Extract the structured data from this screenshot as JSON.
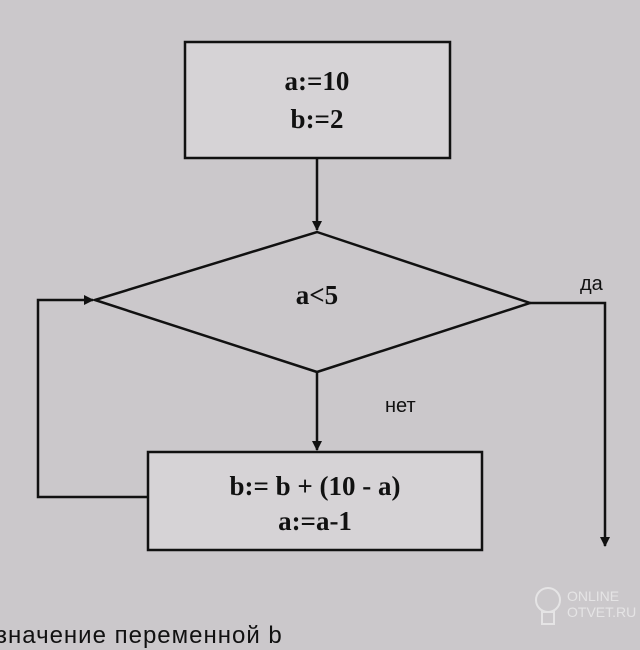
{
  "flowchart": {
    "init_block": {
      "line1": "a:=10",
      "line2": "b:=2"
    },
    "condition": "a<5",
    "yes_label": "да",
    "no_label": "нет",
    "loop_block": {
      "line1": "b:= b + (10 - a)",
      "line2": "a:=a-1"
    }
  },
  "caption": "значение переменной b",
  "watermark": {
    "line1": "ONLINE",
    "line2": "OTVET.RU"
  }
}
